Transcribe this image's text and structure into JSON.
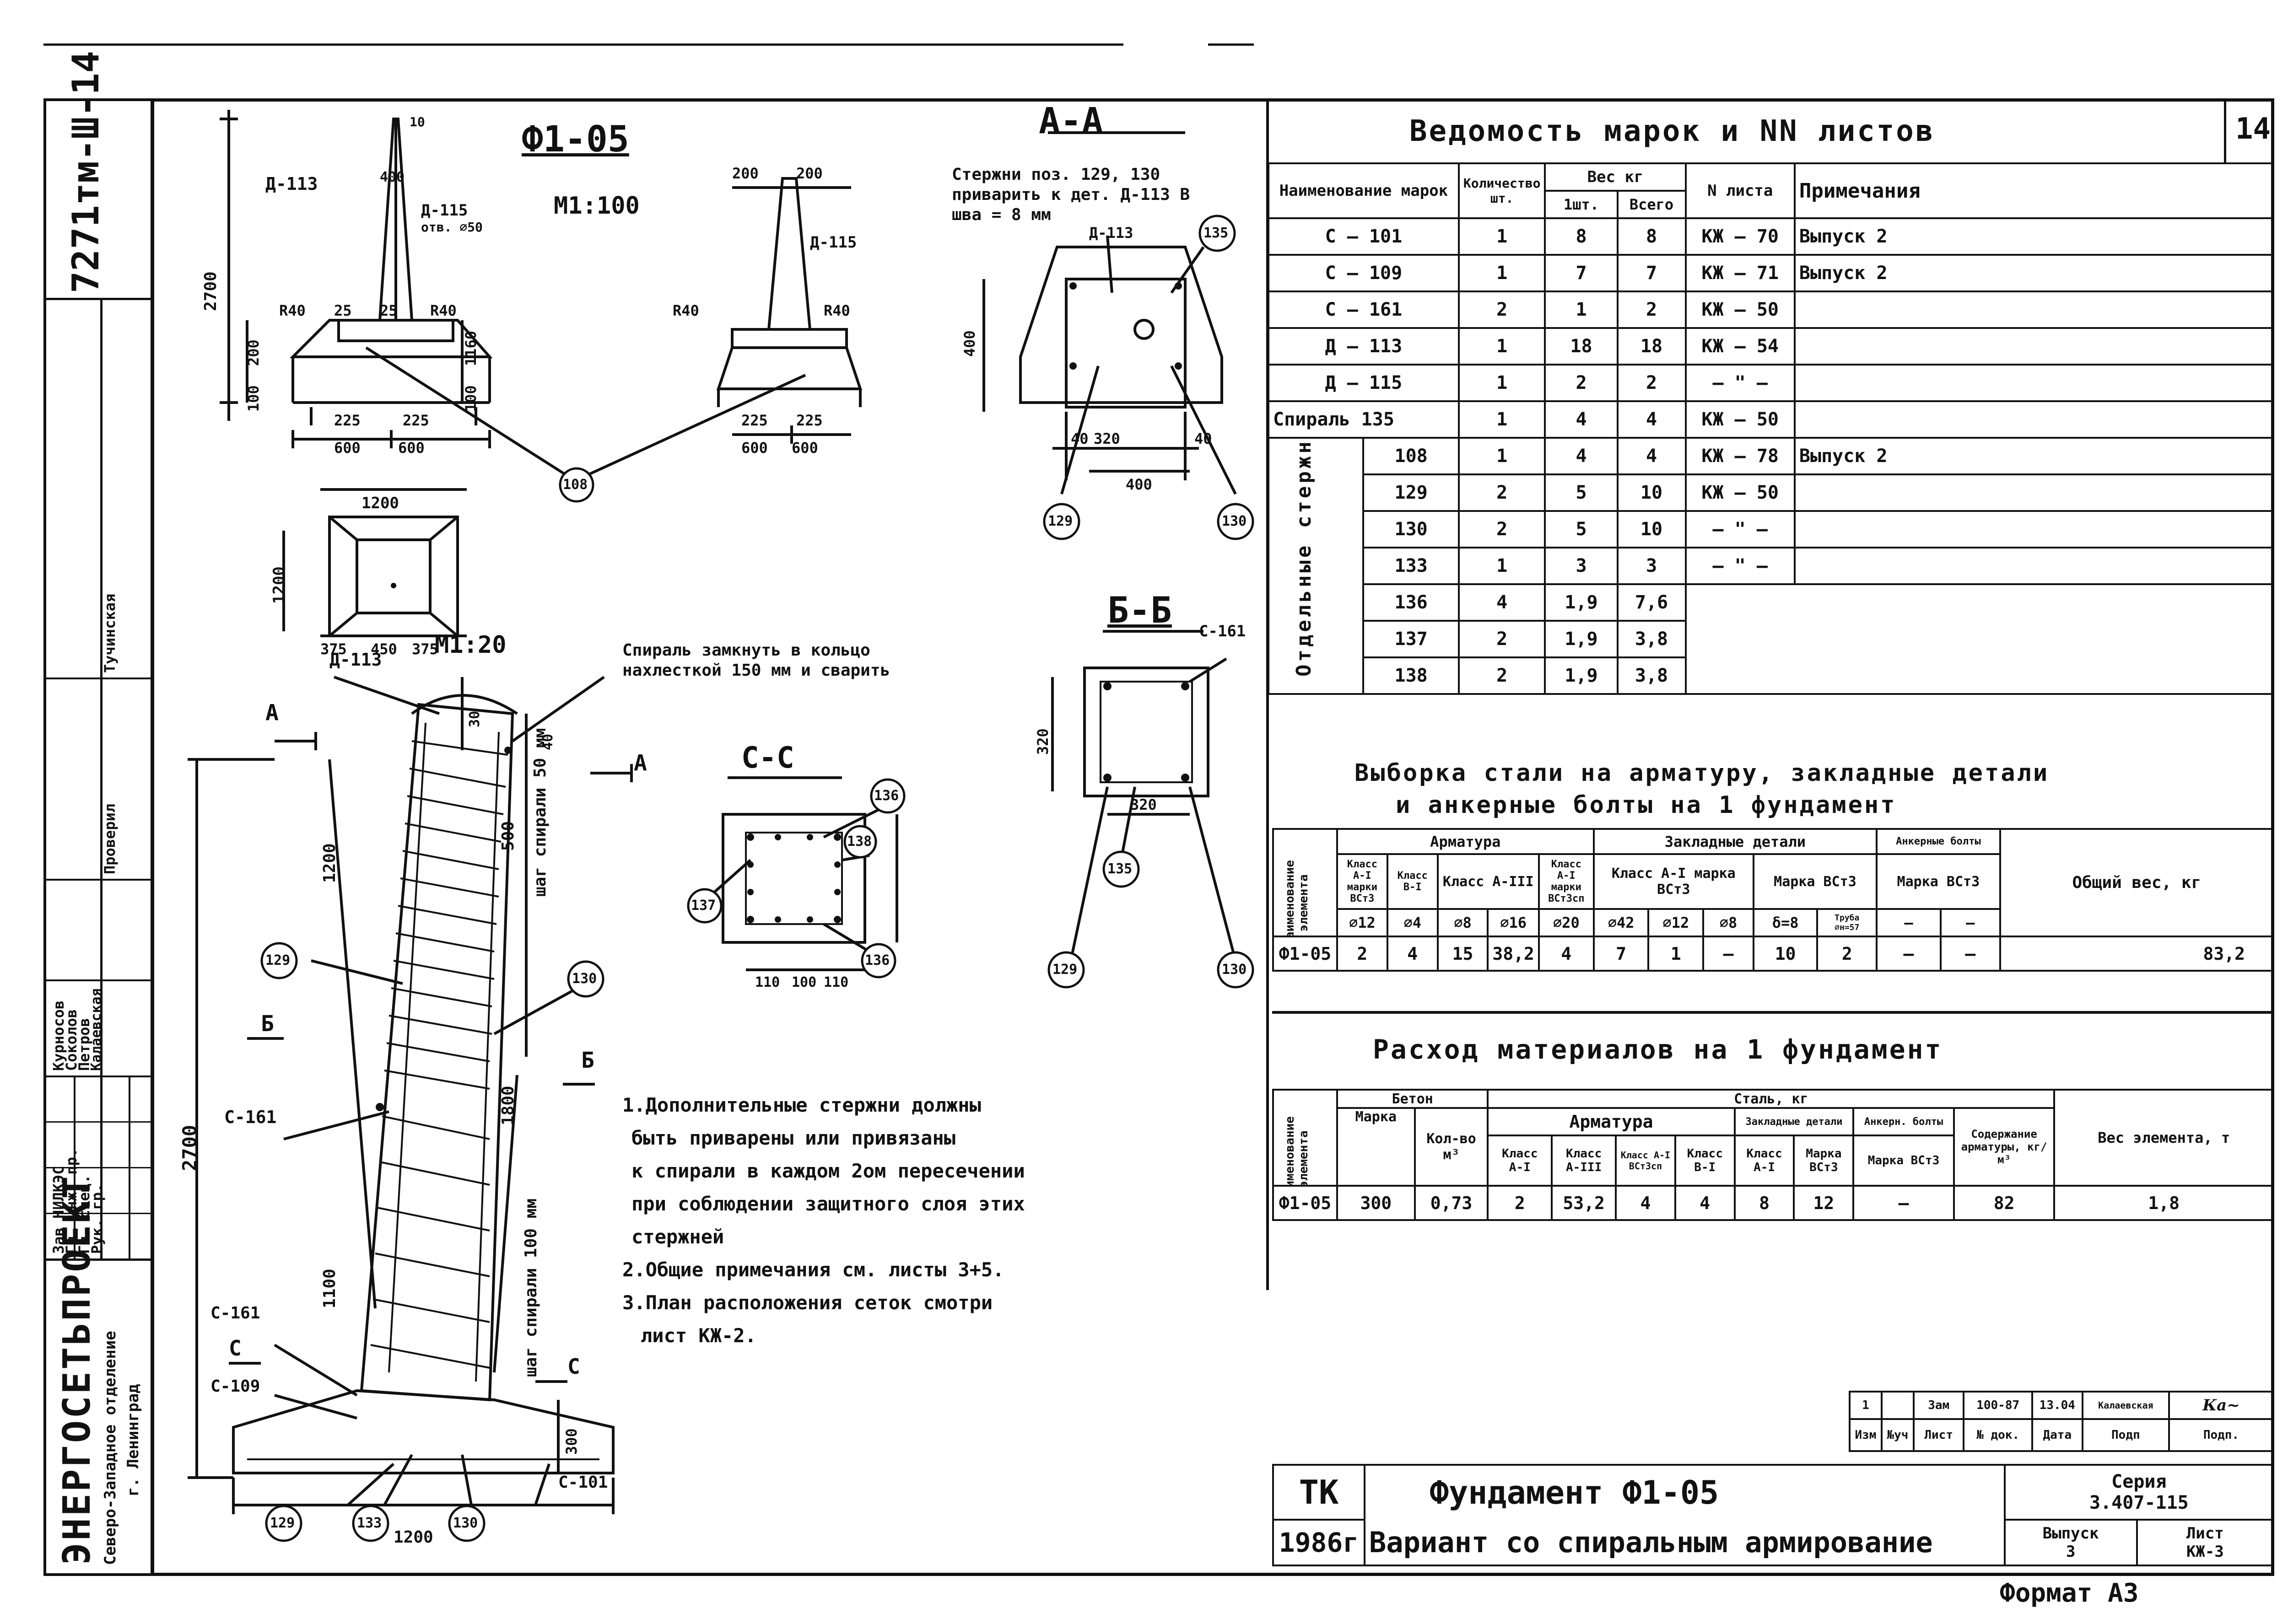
{
  "sheet_number": "14",
  "stamp": {
    "doc_code": "7271тм-Ш-14",
    "org_name": "ЭНЕРГОСЕТЬПРОЕКТ",
    "org_branch": "Северо-Западное отделение",
    "org_city": "г. Ленинград",
    "roles": [
      {
        "role": "Зав НИЛКЭС",
        "name": "Курносов"
      },
      {
        "role": "Гл. инж. пр.",
        "name": "Соколов"
      },
      {
        "role": "Гл. спец.",
        "name": "Петров"
      },
      {
        "role": "Рук. гр.",
        "name": "Калаевская"
      },
      {
        "role": "Проверил",
        "name": "Тучинская"
      }
    ]
  },
  "drawing": {
    "main_title": "Ф1-05",
    "scale_main": "М1:100",
    "scale_detail": "М1:20",
    "section_aa": "А-А",
    "section_bb": "Б-Б",
    "section_cc": "С-С",
    "aa_note": "Стержни поз. 129, 130 приварить к дет. Д-113 В шва = 8 мм",
    "spiral_note": "Спираль замкнуть в кольцо нахлесткой 150 мм и сварить",
    "spiral_pitch_top": "шаг спирали 50 мм",
    "spiral_pitch_bottom": "шаг спирали 100 мм",
    "dims": {
      "d2700": "2700",
      "d200": "200",
      "d100": "100",
      "d1160": "1160",
      "d100b": "100",
      "d600": "600",
      "d225": "225",
      "d25": "25",
      "r40": "R40",
      "d10": "10",
      "d400": "400",
      "d1200": "1200",
      "d375": "375",
      "d450": "450",
      "d320": "320",
      "d40": "40",
      "d500": "500",
      "d1800": "1800",
      "d1100": "1100",
      "d300": "300",
      "d30": "30",
      "d110": "110",
      "d100c": "100"
    },
    "marks": {
      "d113": "Д-113",
      "d115": "Д-115",
      "hole": "отв. ∅50",
      "c161": "С-161",
      "c109": "С-109",
      "c101": "С-101",
      "p108": "108",
      "p129": "129",
      "p130": "130",
      "p133": "133",
      "p135": "135",
      "p136": "136",
      "p137": "137",
      "p138": "138",
      "a": "А",
      "b": "Б",
      "c": "С"
    }
  },
  "notes": [
    "1.Дополнительные стержни должны",
    "быть приварены или привязаны",
    "к спирали в каждом 2ом пересечении",
    "при соблюдении защитного слоя этих",
    "стержней",
    "2.Общие примечания см. листы 3+5.",
    "3.План расположения сеток смотри",
    "лист КЖ-2."
  ],
  "marks_table": {
    "title": "Ведомость марок и NN листов",
    "headers": {
      "name": "Наименование марок",
      "qty": "Количество шт.",
      "weight": "Вес кг",
      "w_one": "1шт.",
      "w_all": "Всего",
      "sheet": "N листа",
      "note": "Примечания"
    },
    "group_label": "Отдельные стержни",
    "rows": [
      {
        "name": "С — 101",
        "qty": "1",
        "w1": "8",
        "wt": "8",
        "sheet": "КЖ — 70",
        "note": "Выпуск 2"
      },
      {
        "name": "С — 109",
        "qty": "1",
        "w1": "7",
        "wt": "7",
        "sheet": "КЖ — 71",
        "note": "Выпуск 2"
      },
      {
        "name": "С — 161",
        "qty": "2",
        "w1": "1",
        "wt": "2",
        "sheet": "КЖ — 50",
        "note": ""
      },
      {
        "name": "Д — 113",
        "qty": "1",
        "w1": "18",
        "wt": "18",
        "sheet": "КЖ — 54",
        "note": ""
      },
      {
        "name": "Д — 115",
        "qty": "1",
        "w1": "2",
        "wt": "2",
        "sheet": "— \" —",
        "note": ""
      },
      {
        "name": "Спираль 135",
        "qty": "1",
        "w1": "4",
        "wt": "4",
        "sheet": "КЖ — 50",
        "note": ""
      },
      {
        "name": "108",
        "qty": "1",
        "w1": "4",
        "wt": "4",
        "sheet": "КЖ — 78",
        "note": "Выпуск 2"
      },
      {
        "name": "129",
        "qty": "2",
        "w1": "5",
        "wt": "10",
        "sheet": "КЖ — 50",
        "note": ""
      },
      {
        "name": "130",
        "qty": "2",
        "w1": "5",
        "wt": "10",
        "sheet": "— \" —",
        "note": ""
      },
      {
        "name": "133",
        "qty": "1",
        "w1": "3",
        "wt": "3",
        "sheet": "— \" —",
        "note": ""
      },
      {
        "name": "136",
        "qty": "4",
        "w1": "1,9",
        "wt": "7,6",
        "sheet": "",
        "note": ""
      },
      {
        "name": "137",
        "qty": "2",
        "w1": "1,9",
        "wt": "3,8",
        "sheet": "",
        "note": ""
      },
      {
        "name": "138",
        "qty": "2",
        "w1": "1,9",
        "wt": "3,8",
        "sheet": "",
        "note": ""
      }
    ]
  },
  "steel_table": {
    "title1": "Выборка стали на арматуру, закладные детали",
    "title2": "и анкерные болты на 1 фундамент",
    "h_name": "Наименование элемента",
    "h_arm": "Арматура",
    "h_emb": "Закладные детали",
    "h_anc": "Анкерные болты",
    "h_total": "Общий вес, кг",
    "h_cls1": "Класс А-I марки ВСт3",
    "h_cls2": "Класс В-I",
    "h_cls3": "Класс А-III",
    "h_cls4": "Класс А-I марки ВСт3сп",
    "h_cls5": "Класс А-I марка ВСт3",
    "h_cls6": "Марка ВСт3",
    "h_cls7": "Марка ВСт3",
    "diams": [
      "∅12",
      "∅4",
      "∅8",
      "∅16",
      "∅20",
      "∅42",
      "∅12",
      "∅8",
      "δ=8",
      "Труба ∅н=57",
      "—",
      "—"
    ],
    "row": {
      "name": "Ф1-05",
      "vals": [
        "2",
        "4",
        "15",
        "38,2",
        "4",
        "7",
        "1",
        "—",
        "10",
        "2",
        "—",
        "—"
      ],
      "total": "83,2"
    }
  },
  "material_table": {
    "title": "Расход материалов на 1 фундамент",
    "h_name": "Наименование элемента",
    "h_concrete": "Бетон",
    "h_steel": "Сталь, кг",
    "h_mark": "Марка",
    "h_vol": "Кол-во м³",
    "h_arm": "Арматура",
    "h_emb": "Закладные детали",
    "h_anc": "Анкерн. болты",
    "h_content": "Содержание арматуры, кг/м³",
    "h_weight": "Вес элемента, т",
    "h_a1": "Класс А-I",
    "h_a3": "Класс А-III",
    "h_a1s": "Класс А-I ВСт3сп",
    "h_b1": "Класс В-I",
    "h_e1": "Класс А-I",
    "h_e2": "Марка ВСт3",
    "h_an": "Марка ВСт3",
    "row": {
      "name": "Ф1-05",
      "mark": "300",
      "vol": "0,73",
      "a1": "2",
      "a3": "53,2",
      "a1s": "4",
      "b1": "4",
      "e1": "8",
      "e2": "12",
      "an": "—",
      "content": "82",
      "weight": "1,8"
    }
  },
  "revision": {
    "row": {
      "n": "1",
      "zam": "Зам",
      "doc": "100-87",
      "date": "13.04",
      "name": "Калаевская"
    },
    "heads": [
      "Изм",
      "№уч",
      "Лист",
      "№ док.",
      "Дата",
      "Подп",
      "Подп."
    ]
  },
  "title_block": {
    "tk": "ТК",
    "year": "1986г",
    "title1": "Фундамент Ф1-05",
    "title2": "Вариант со спиральным армирование",
    "series_label": "Серия",
    "series": "3.407-115",
    "issue_label": "Выпуск",
    "issue": "3",
    "sheet_label": "Лист",
    "sheet": "КЖ-3"
  },
  "format": "Формат А3"
}
